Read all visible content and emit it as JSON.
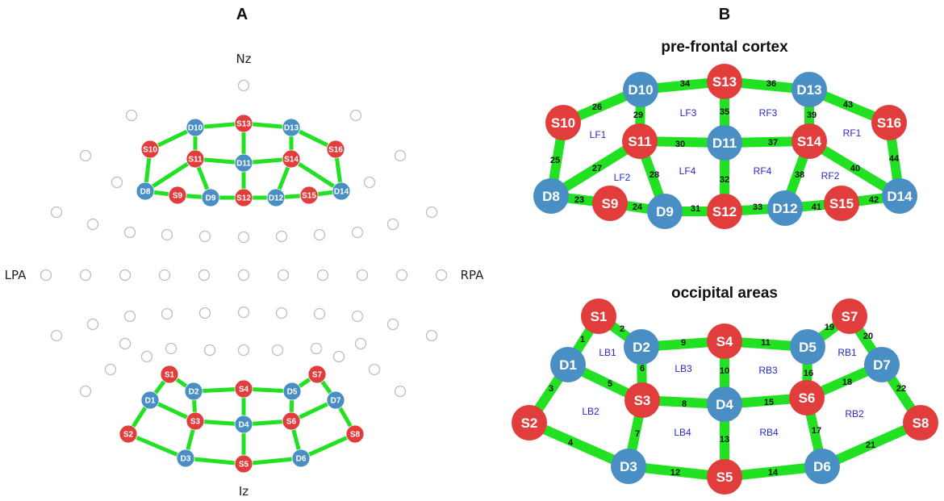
{
  "panels": {
    "a_label": "A",
    "b_label": "B"
  },
  "landmarks": {
    "nz": "Nz",
    "iz": "Iz",
    "lpa": "LPA",
    "rpa": "RPA"
  },
  "titles": {
    "prefrontal": "pre-frontal cortex",
    "occipital": "occipital areas"
  },
  "colors": {
    "source": "#e23d3d",
    "detector": "#4a8fc4",
    "channel": "#22e022",
    "empty_position": "#bdbdbd",
    "region_label": "#2a2acb"
  },
  "a_nodes": [
    {
      "id": "D10",
      "type": "detector"
    },
    {
      "id": "S13",
      "type": "source"
    },
    {
      "id": "D13",
      "type": "detector"
    },
    {
      "id": "S10",
      "type": "source"
    },
    {
      "id": "S11",
      "type": "source"
    },
    {
      "id": "D11",
      "type": "detector"
    },
    {
      "id": "S14",
      "type": "source"
    },
    {
      "id": "S16",
      "type": "source"
    },
    {
      "id": "D8",
      "type": "detector"
    },
    {
      "id": "S9",
      "type": "source"
    },
    {
      "id": "D9",
      "type": "detector"
    },
    {
      "id": "S12",
      "type": "source"
    },
    {
      "id": "D12",
      "type": "detector"
    },
    {
      "id": "S15",
      "type": "source"
    },
    {
      "id": "D14",
      "type": "detector"
    },
    {
      "id": "S1",
      "type": "source"
    },
    {
      "id": "S7",
      "type": "source"
    },
    {
      "id": "D1",
      "type": "detector"
    },
    {
      "id": "D2",
      "type": "detector"
    },
    {
      "id": "S4",
      "type": "source"
    },
    {
      "id": "D5",
      "type": "detector"
    },
    {
      "id": "D7",
      "type": "detector"
    },
    {
      "id": "S3",
      "type": "source"
    },
    {
      "id": "D4",
      "type": "detector"
    },
    {
      "id": "S6",
      "type": "source"
    },
    {
      "id": "S2",
      "type": "source"
    },
    {
      "id": "S8",
      "type": "source"
    },
    {
      "id": "D3",
      "type": "detector"
    },
    {
      "id": "S5",
      "type": "source"
    },
    {
      "id": "D6",
      "type": "detector"
    }
  ],
  "a_edges": [
    [
      "S10",
      "D10"
    ],
    [
      "D10",
      "S13"
    ],
    [
      "S13",
      "D13"
    ],
    [
      "D13",
      "S16"
    ],
    [
      "S10",
      "D8"
    ],
    [
      "D10",
      "S11"
    ],
    [
      "S13",
      "D11"
    ],
    [
      "D13",
      "S14"
    ],
    [
      "S16",
      "D14"
    ],
    [
      "S11",
      "D11"
    ],
    [
      "D11",
      "S14"
    ],
    [
      "D8",
      "S11"
    ],
    [
      "S11",
      "D9"
    ],
    [
      "D11",
      "S12"
    ],
    [
      "S14",
      "D12"
    ],
    [
      "S14",
      "D14"
    ],
    [
      "D8",
      "S9"
    ],
    [
      "S9",
      "D9"
    ],
    [
      "D9",
      "S12"
    ],
    [
      "S12",
      "D12"
    ],
    [
      "D12",
      "S15"
    ],
    [
      "S15",
      "D14"
    ],
    [
      "S1",
      "D1"
    ],
    [
      "S1",
      "D2"
    ],
    [
      "D2",
      "S4"
    ],
    [
      "S4",
      "D5"
    ],
    [
      "D5",
      "S7"
    ],
    [
      "S7",
      "D7"
    ],
    [
      "D1",
      "S2"
    ],
    [
      "D1",
      "S3"
    ],
    [
      "D2",
      "S3"
    ],
    [
      "S4",
      "D4"
    ],
    [
      "D5",
      "S6"
    ],
    [
      "S6",
      "D7"
    ],
    [
      "D7",
      "S8"
    ],
    [
      "S3",
      "D4"
    ],
    [
      "D4",
      "S6"
    ],
    [
      "S2",
      "D3"
    ],
    [
      "S3",
      "D3"
    ],
    [
      "D3",
      "S5"
    ],
    [
      "D4",
      "S5"
    ],
    [
      "S5",
      "D6"
    ],
    [
      "S6",
      "D6"
    ],
    [
      "D6",
      "S8"
    ]
  ],
  "pfc": {
    "nodes": [
      {
        "id": "D10",
        "type": "detector"
      },
      {
        "id": "S13",
        "type": "source"
      },
      {
        "id": "D13",
        "type": "detector"
      },
      {
        "id": "S10",
        "type": "source"
      },
      {
        "id": "S16",
        "type": "source"
      },
      {
        "id": "S11",
        "type": "source"
      },
      {
        "id": "D11",
        "type": "detector"
      },
      {
        "id": "S14",
        "type": "source"
      },
      {
        "id": "D8",
        "type": "detector"
      },
      {
        "id": "S9",
        "type": "source"
      },
      {
        "id": "D9",
        "type": "detector"
      },
      {
        "id": "S12",
        "type": "source"
      },
      {
        "id": "D12",
        "type": "detector"
      },
      {
        "id": "S15",
        "type": "source"
      },
      {
        "id": "D14",
        "type": "detector"
      }
    ],
    "channels": [
      {
        "n": "23",
        "a": "D8",
        "b": "S9"
      },
      {
        "n": "24",
        "a": "S9",
        "b": "D9"
      },
      {
        "n": "25",
        "a": "S10",
        "b": "D8"
      },
      {
        "n": "26",
        "a": "S10",
        "b": "D10"
      },
      {
        "n": "27",
        "a": "D8",
        "b": "S11"
      },
      {
        "n": "28",
        "a": "S11",
        "b": "D9"
      },
      {
        "n": "29",
        "a": "D10",
        "b": "S11"
      },
      {
        "n": "30",
        "a": "S11",
        "b": "D11"
      },
      {
        "n": "31",
        "a": "D9",
        "b": "S12"
      },
      {
        "n": "32",
        "a": "D11",
        "b": "S12"
      },
      {
        "n": "33",
        "a": "S12",
        "b": "D12"
      },
      {
        "n": "34",
        "a": "D10",
        "b": "S13"
      },
      {
        "n": "35",
        "a": "S13",
        "b": "D11"
      },
      {
        "n": "36",
        "a": "S13",
        "b": "D13"
      },
      {
        "n": "37",
        "a": "D11",
        "b": "S14"
      },
      {
        "n": "38",
        "a": "S14",
        "b": "D12"
      },
      {
        "n": "39",
        "a": "D13",
        "b": "S14"
      },
      {
        "n": "40",
        "a": "S14",
        "b": "D14"
      },
      {
        "n": "41",
        "a": "D12",
        "b": "S15"
      },
      {
        "n": "42",
        "a": "S15",
        "b": "D14"
      },
      {
        "n": "43",
        "a": "D13",
        "b": "S16"
      },
      {
        "n": "44",
        "a": "S16",
        "b": "D14"
      }
    ],
    "regions": [
      "LF1",
      "LF2",
      "LF3",
      "LF4",
      "RF1",
      "RF2",
      "RF3",
      "RF4"
    ]
  },
  "occ": {
    "nodes": [
      {
        "id": "S1",
        "type": "source"
      },
      {
        "id": "S7",
        "type": "source"
      },
      {
        "id": "D1",
        "type": "detector"
      },
      {
        "id": "D2",
        "type": "detector"
      },
      {
        "id": "S4",
        "type": "source"
      },
      {
        "id": "D5",
        "type": "detector"
      },
      {
        "id": "D7",
        "type": "detector"
      },
      {
        "id": "S3",
        "type": "source"
      },
      {
        "id": "D4",
        "type": "detector"
      },
      {
        "id": "S6",
        "type": "source"
      },
      {
        "id": "S2",
        "type": "source"
      },
      {
        "id": "S8",
        "type": "source"
      },
      {
        "id": "D3",
        "type": "detector"
      },
      {
        "id": "S5",
        "type": "source"
      },
      {
        "id": "D6",
        "type": "detector"
      }
    ],
    "channels": [
      {
        "n": "1",
        "a": "S1",
        "b": "D1"
      },
      {
        "n": "2",
        "a": "S1",
        "b": "D2"
      },
      {
        "n": "3",
        "a": "D1",
        "b": "S2"
      },
      {
        "n": "4",
        "a": "S2",
        "b": "D3"
      },
      {
        "n": "5",
        "a": "D1",
        "b": "S3"
      },
      {
        "n": "6",
        "a": "D2",
        "b": "S3"
      },
      {
        "n": "7",
        "a": "S3",
        "b": "D3"
      },
      {
        "n": "8",
        "a": "S3",
        "b": "D4"
      },
      {
        "n": "9",
        "a": "D2",
        "b": "S4"
      },
      {
        "n": "10",
        "a": "S4",
        "b": "D4"
      },
      {
        "n": "11",
        "a": "S4",
        "b": "D5"
      },
      {
        "n": "12",
        "a": "D3",
        "b": "S5"
      },
      {
        "n": "13",
        "a": "D4",
        "b": "S5"
      },
      {
        "n": "14",
        "a": "S5",
        "b": "D6"
      },
      {
        "n": "15",
        "a": "D4",
        "b": "S6"
      },
      {
        "n": "16",
        "a": "D5",
        "b": "S6"
      },
      {
        "n": "17",
        "a": "S6",
        "b": "D6"
      },
      {
        "n": "18",
        "a": "S6",
        "b": "D7"
      },
      {
        "n": "19",
        "a": "D5",
        "b": "S7"
      },
      {
        "n": "20",
        "a": "S7",
        "b": "D7"
      },
      {
        "n": "21",
        "a": "D6",
        "b": "S8"
      },
      {
        "n": "22",
        "a": "D7",
        "b": "S8"
      }
    ],
    "regions": [
      "LB1",
      "LB2",
      "LB3",
      "LB4",
      "RB1",
      "RB2",
      "RB3",
      "RB4"
    ]
  }
}
